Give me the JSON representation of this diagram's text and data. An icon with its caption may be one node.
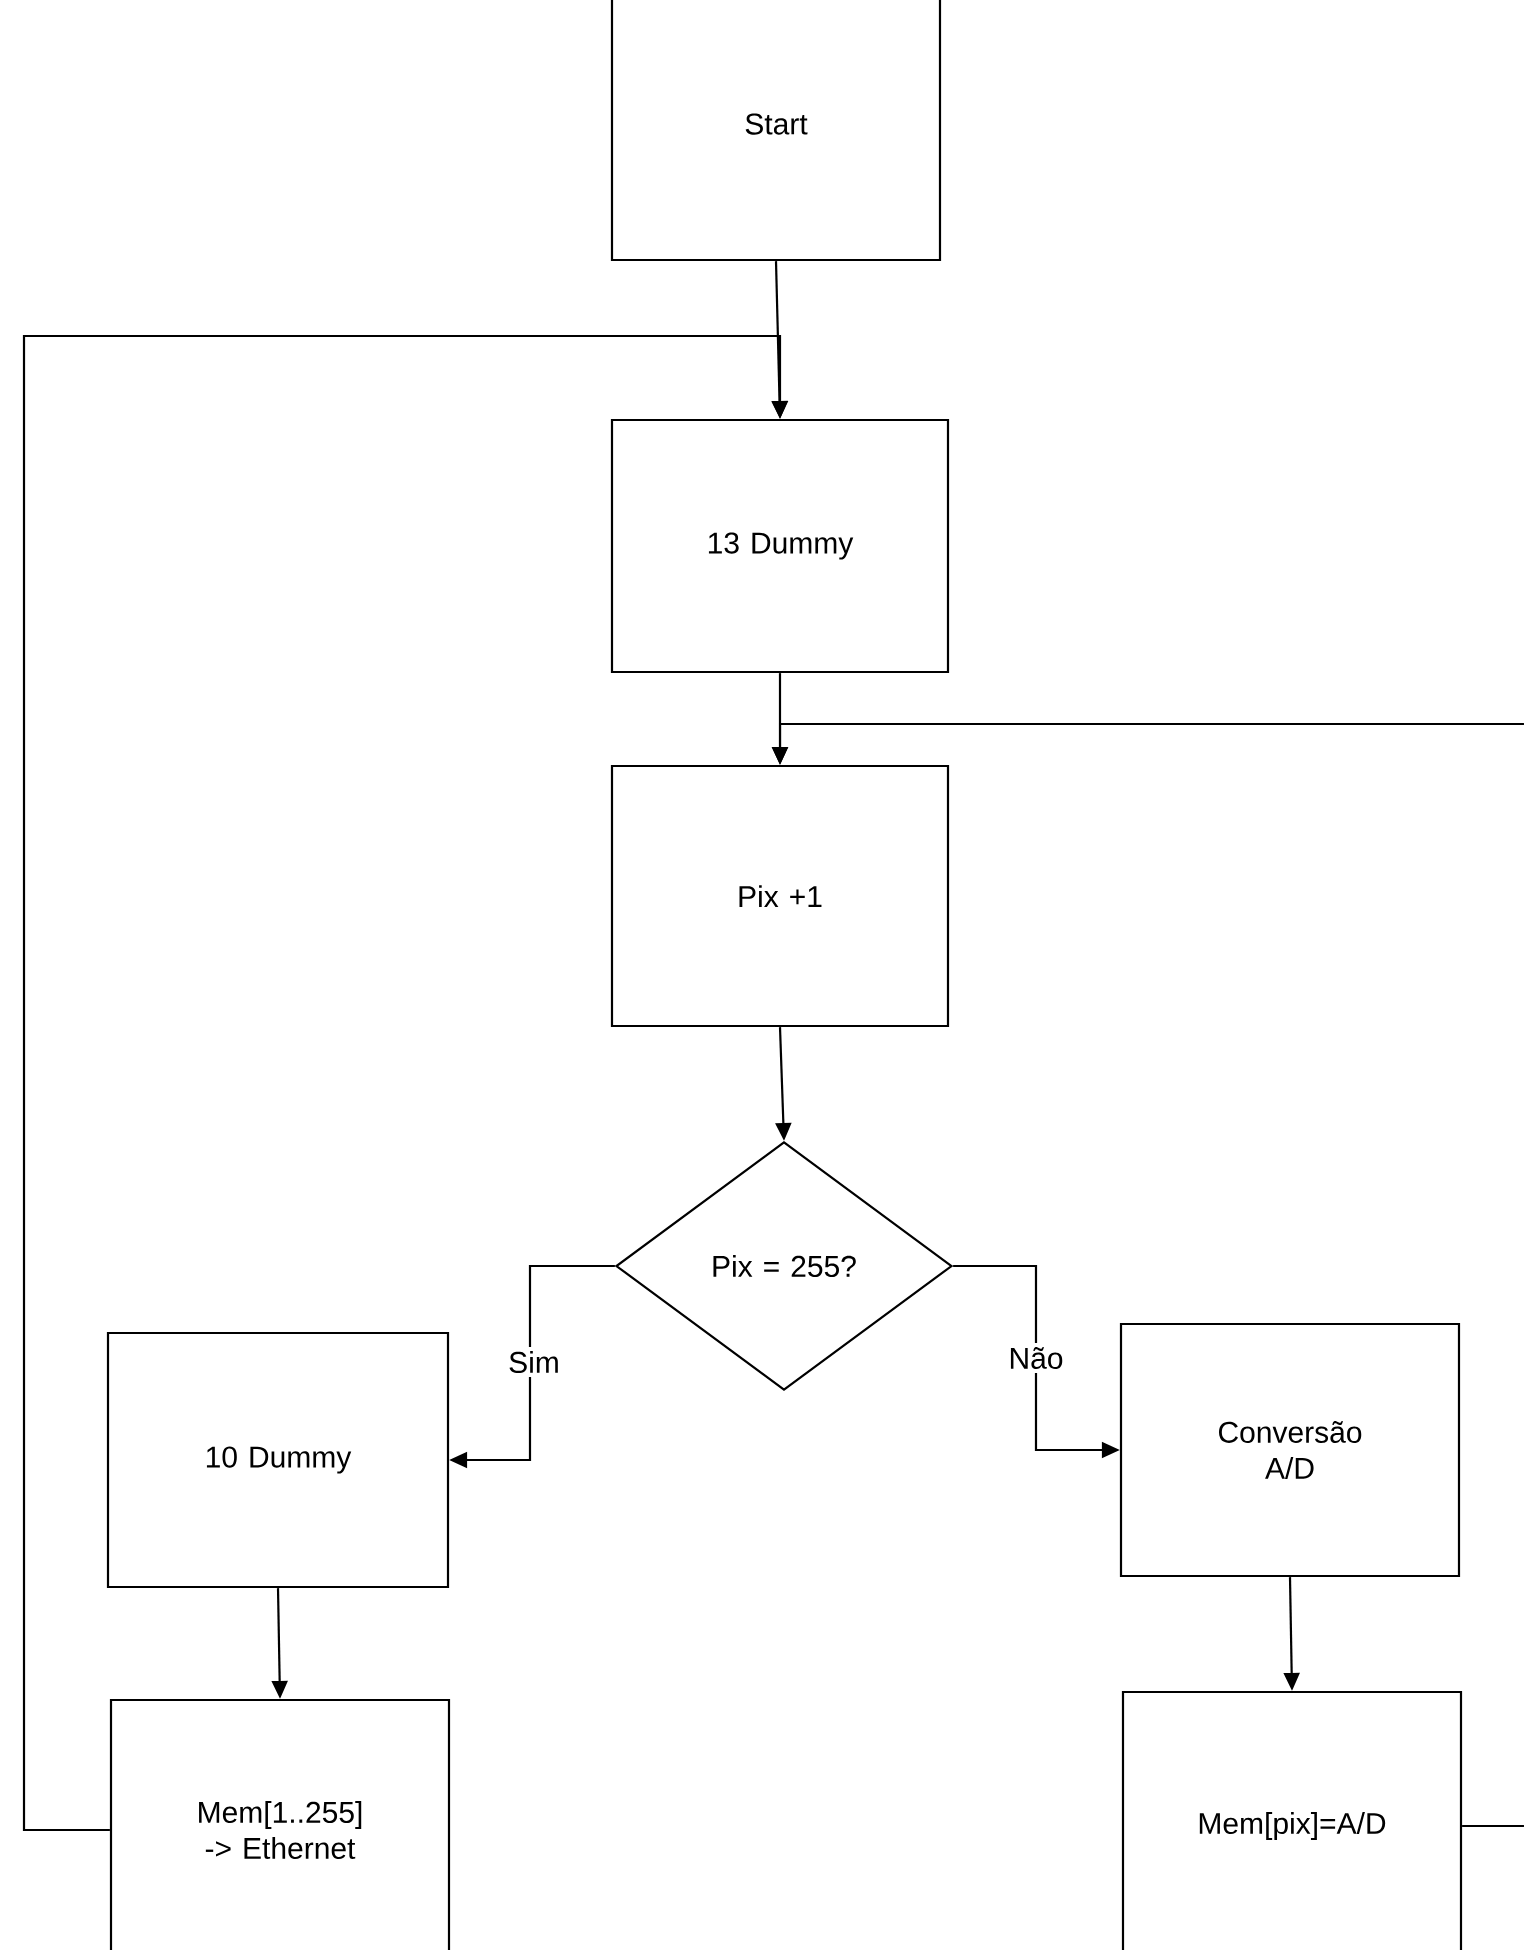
{
  "diagram": {
    "nodes": [
      {
        "text": [
          "Start"
        ]
      },
      {
        "text": [
          "13 Dummy"
        ]
      },
      {
        "text": [
          "Pix +1"
        ]
      },
      {
        "text": [
          "Pix = 255?"
        ]
      },
      {
        "text": [
          "10 Dummy"
        ]
      },
      {
        "text": [
          "Conversão A/D"
        ]
      },
      {
        "text": [
          "Mem[1..255] -> Ethernet"
        ]
      },
      {
        "text": [
          "Mem[pix]=A/D"
        ]
      }
    ],
    "edges": [
      {
        "from": 0,
        "to": 1,
        "arrow": "to"
      },
      {
        "from": 1,
        "to": 2,
        "arrow": "to"
      },
      {
        "from": 2,
        "to": 3,
        "arrow": "to"
      },
      {
        "from": 3,
        "to": 4,
        "arrow": "to",
        "label": "Sim"
      },
      {
        "from": 3,
        "to": 5,
        "arrow": "to",
        "label": "Não"
      },
      {
        "from": 4,
        "to": 6,
        "arrow": "to"
      },
      {
        "from": 5,
        "to": 7,
        "arrow": "to"
      },
      {
        "from": 6,
        "to": 1,
        "arrow": "to"
      },
      {
        "from": 7,
        "to": 2,
        "arrow": "to"
      }
    ]
  }
}
